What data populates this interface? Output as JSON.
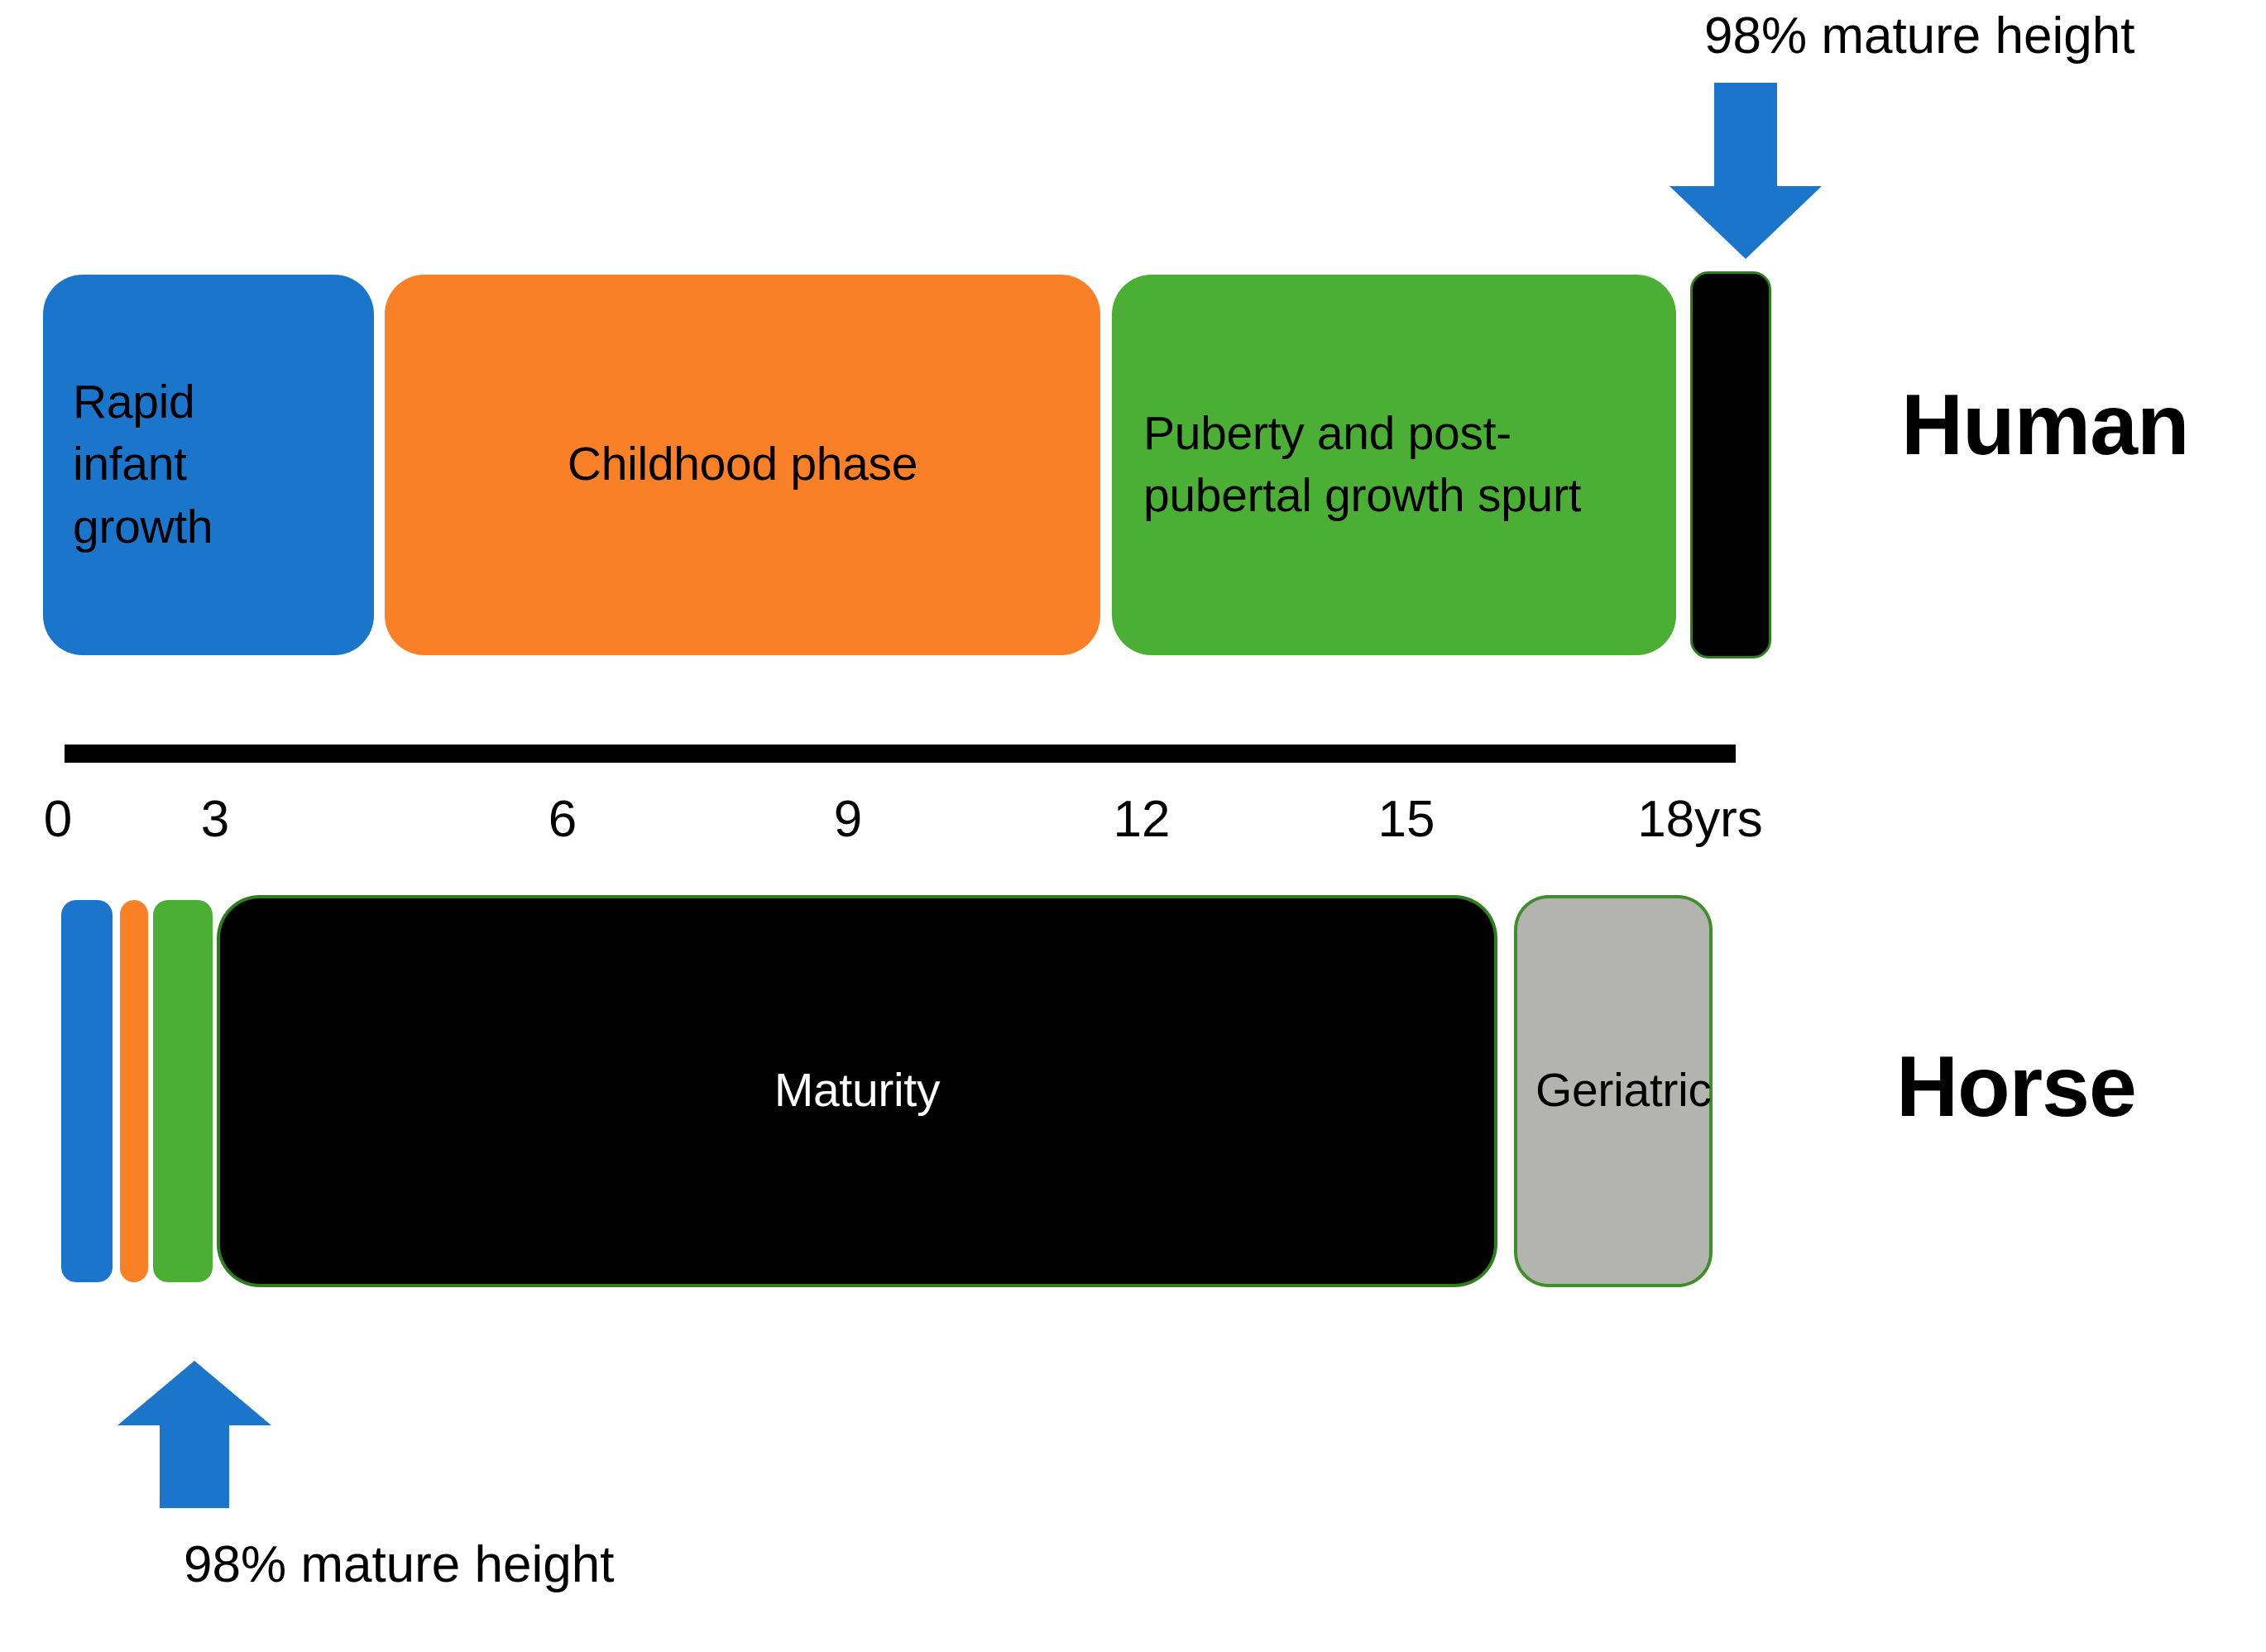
{
  "figure": {
    "type": "timeline-comparison-diagram",
    "title": "",
    "axis": {
      "unit_label": "18yrs",
      "ticks": [
        "0",
        "3",
        "6",
        "9",
        "12",
        "15",
        "18yrs"
      ],
      "tick_values": [
        0,
        3,
        6,
        9,
        12,
        15,
        18
      ],
      "range": [
        0,
        18
      ],
      "color": "#000000"
    },
    "rows": [
      {
        "species": "Human",
        "phases": [
          {
            "name": "rapid-infant-growth",
            "label": "Rapid\ninfant\ngrowth",
            "color": "#1B75CB",
            "start_years": 0,
            "end_years": 3.1
          },
          {
            "name": "childhood-phase",
            "label": "Childhood phase",
            "color": "#F98026",
            "start_years": 3.3,
            "end_years": 11.0
          },
          {
            "name": "puberty-post-pubertal",
            "label": "Puberty and post-pubertal growth spurt",
            "color": "#4CAF35",
            "start_years": 11.2,
            "end_years": 17.2
          },
          {
            "name": "mature-height-marker",
            "label": "",
            "color": "#000000",
            "start_years": 17.4,
            "end_years": 18.3
          }
        ]
      },
      {
        "species": "Horse",
        "phases": [
          {
            "name": "rapid-foal-growth",
            "label": "",
            "color": "#1B75CB",
            "start_years": 0,
            "end_years": 0.5
          },
          {
            "name": "childhood-phase",
            "label": "",
            "color": "#F98026",
            "start_years": 0.6,
            "end_years": 0.9
          },
          {
            "name": "puberty-post-pubertal",
            "label": "",
            "color": "#4CAF35",
            "start_years": 1.0,
            "end_years": 1.6
          },
          {
            "name": "maturity",
            "label": "Maturity",
            "color": "#000000",
            "start_years": 1.7,
            "end_years": 15.5
          },
          {
            "name": "geriatric",
            "label": "Geriatric",
            "color": "#B3B3B0",
            "start_years": 15.6,
            "end_years": 17.8
          }
        ]
      }
    ],
    "annotations": [
      {
        "name": "human-98-mature-height",
        "text": "98% mature height",
        "direction": "down",
        "points_at": "human mature-height-marker",
        "arrow_color": "#1B75CB"
      },
      {
        "name": "horse-98-mature-height",
        "text": "98% mature height",
        "direction": "up",
        "points_at": "horse puberty-post-pubertal",
        "arrow_color": "#1B75CB"
      }
    ]
  },
  "human": {
    "species_label": "Human",
    "rapid_infant_growth": "Rapid\ninfant\ngrowth",
    "childhood_phase": "Childhood phase",
    "puberty_phase": "Puberty and post-pubertal growth spurt"
  },
  "horse": {
    "species_label": "Horse",
    "maturity": "Maturity",
    "geriatric": "Geriatric"
  },
  "axis": {
    "tick0": "0",
    "tick3": "3",
    "tick6": "6",
    "tick9": "9",
    "tick12": "12",
    "tick15": "15",
    "tick18": "18yrs"
  },
  "callouts": {
    "top": "98% mature height",
    "bottom": "98% mature height"
  },
  "colors": {
    "blue": "#1B75CB",
    "orange": "#F98026",
    "green": "#4CAF35",
    "black": "#000000",
    "gray": "#B3B3B0",
    "green_border": "#3E8E2C"
  }
}
